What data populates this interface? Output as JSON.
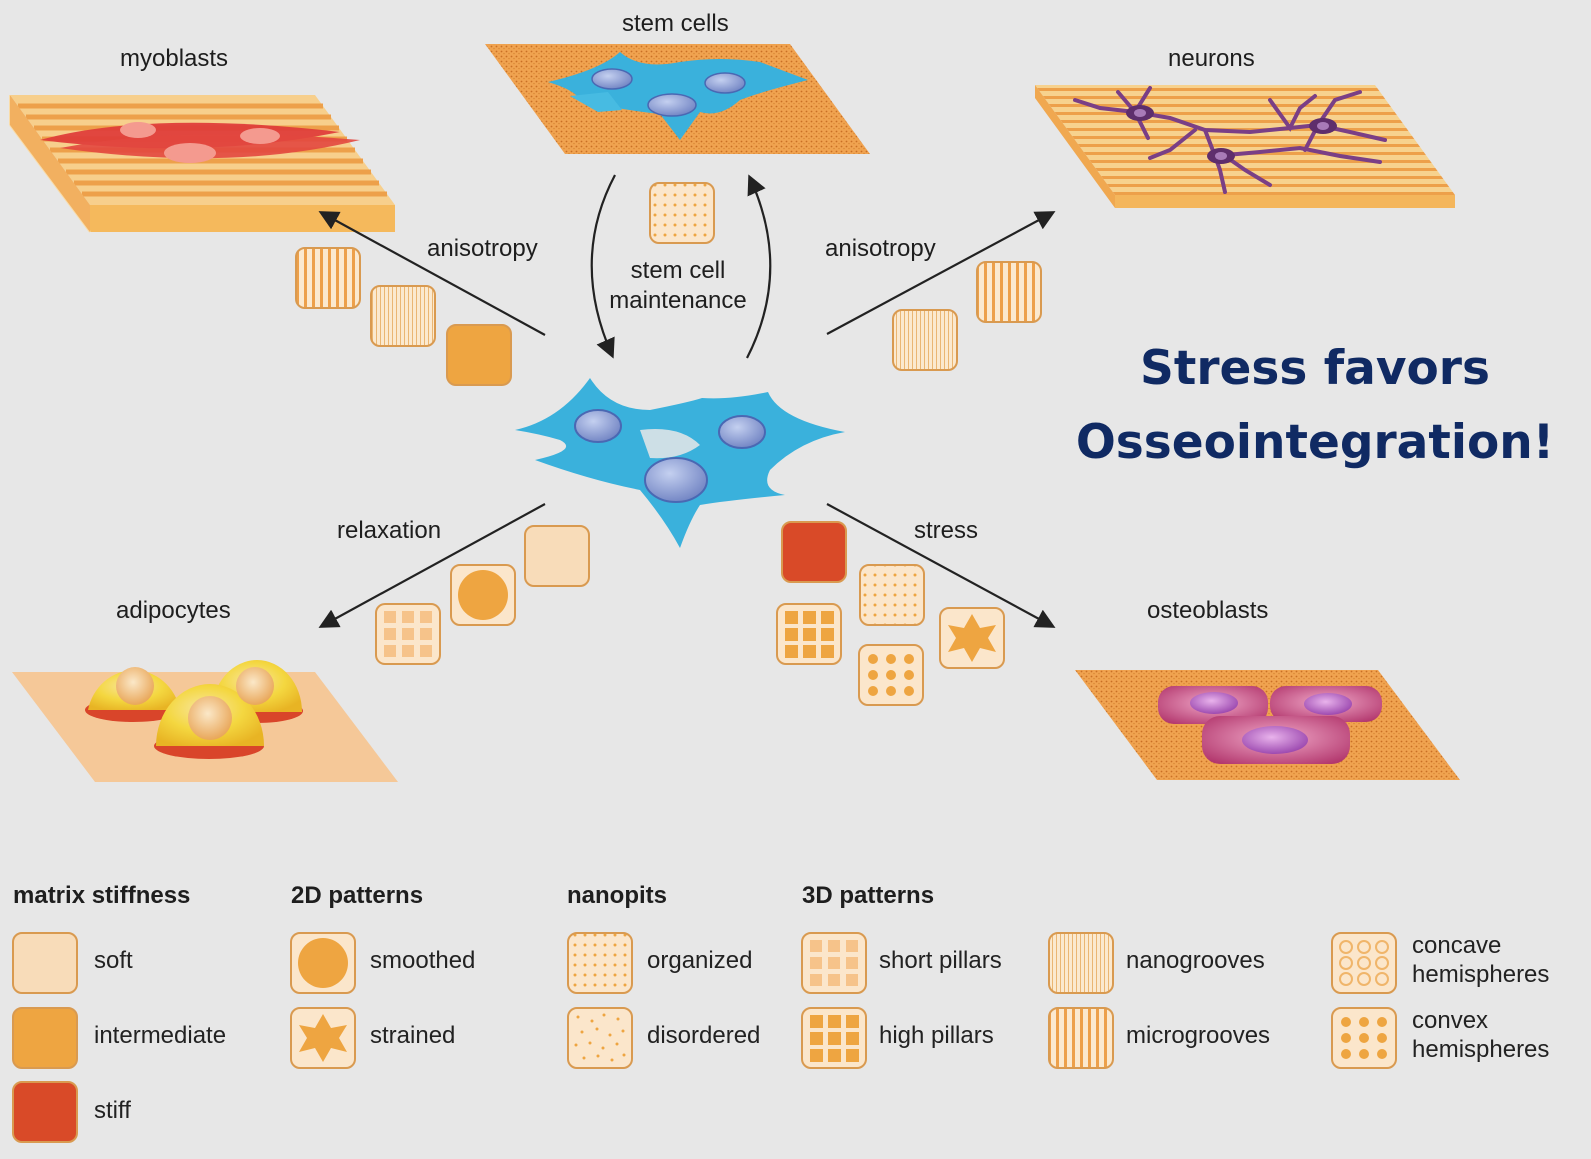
{
  "labels": {
    "myoblasts": "myoblasts",
    "stem_cells": "stem cells",
    "neurons": "neurons",
    "adipocytes": "adipocytes",
    "osteoblasts": "osteoblasts",
    "anisotropy_left": "anisotropy",
    "anisotropy_right": "anisotropy",
    "maintenance_line1": "stem cell",
    "maintenance_line2": "maintenance",
    "relaxation": "relaxation",
    "stress": "stress"
  },
  "message": {
    "line1": "Stress  favors",
    "line2": "Osseointegration!"
  },
  "legend": {
    "matrix_stiffness": {
      "title": "matrix stiffness",
      "items": [
        "soft",
        "intermediate",
        "stiff"
      ]
    },
    "patterns_2d": {
      "title": "2D patterns",
      "items": [
        "smoothed",
        "strained"
      ]
    },
    "nanopits": {
      "title": "nanopits",
      "items": [
        "organized",
        "disordered"
      ]
    },
    "patterns_3d": {
      "title": "3D patterns",
      "items": [
        "short pillars",
        "high pillars",
        "nanogrooves",
        "microgrooves",
        "concave",
        "hemispheres",
        "convex",
        "hemispheres"
      ]
    }
  },
  "colors": {
    "background": "#e7e7e7",
    "soft": "#f8dcb9",
    "intermediate": "#eea541",
    "stiff": "#d94a28",
    "stem_cell": "#3ab1dc",
    "nucleus": "#8ea2d8",
    "myoblast": "#de3b38",
    "neuron": "#7a3f86",
    "adipocyte": "#f2d23a",
    "osteoblast": "#c45a8a",
    "message": "#102a63"
  }
}
